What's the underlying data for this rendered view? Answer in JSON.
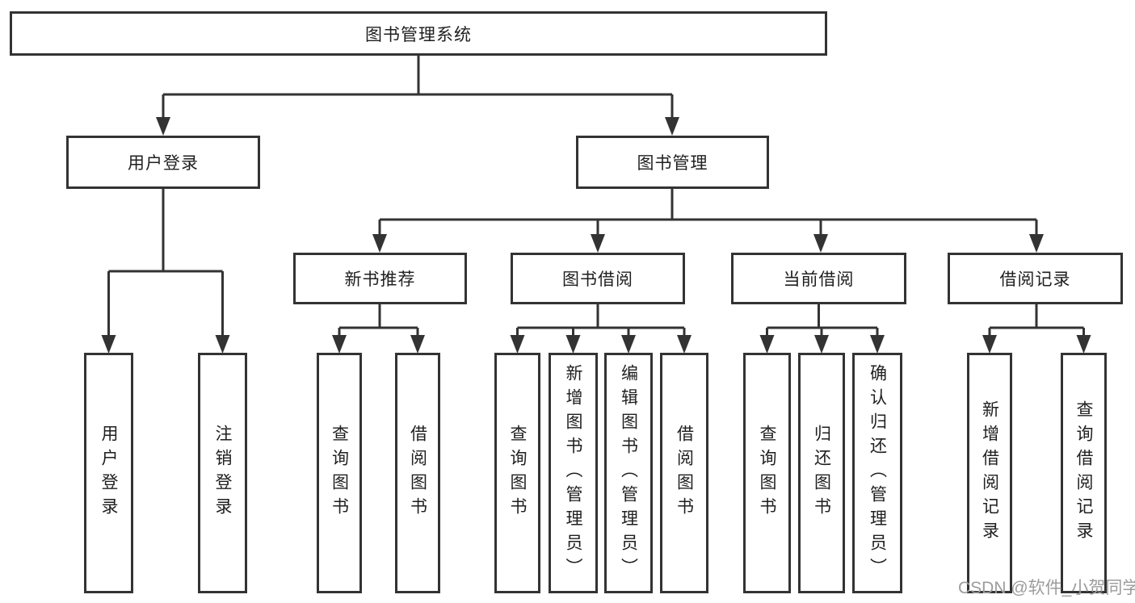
{
  "diagram": {
    "colors": {
      "line": "#333333",
      "box_border": "#333333",
      "box_fill": "#ffffff",
      "text": "#1f1f1f",
      "watermark_text": "#9c9c9c",
      "background": "#ffffff"
    },
    "watermark": "CSDN @软件_小贺同学",
    "root": {
      "label": "图书管理系统"
    },
    "branches": [
      {
        "label": "用户登录",
        "children": [
          {
            "label": "用户登录"
          },
          {
            "label": "注销登录"
          }
        ]
      },
      {
        "label": "图书管理",
        "children": [
          {
            "label": "新书推荐",
            "children": [
              {
                "label": "查询图书"
              },
              {
                "label": "借阅图书"
              }
            ]
          },
          {
            "label": "图书借阅",
            "children": [
              {
                "label": "查询图书"
              },
              {
                "label": "新增图书（管理员）"
              },
              {
                "label": "编辑图书（管理员）"
              },
              {
                "label": "借阅图书"
              }
            ]
          },
          {
            "label": "当前借阅",
            "children": [
              {
                "label": "查询图书"
              },
              {
                "label": "归还图书"
              },
              {
                "label": "确认归还（管理员）"
              }
            ]
          },
          {
            "label": "借阅记录",
            "children": [
              {
                "label": "新增借阅记录"
              },
              {
                "label": "查询借阅记录"
              }
            ]
          }
        ]
      }
    ]
  }
}
